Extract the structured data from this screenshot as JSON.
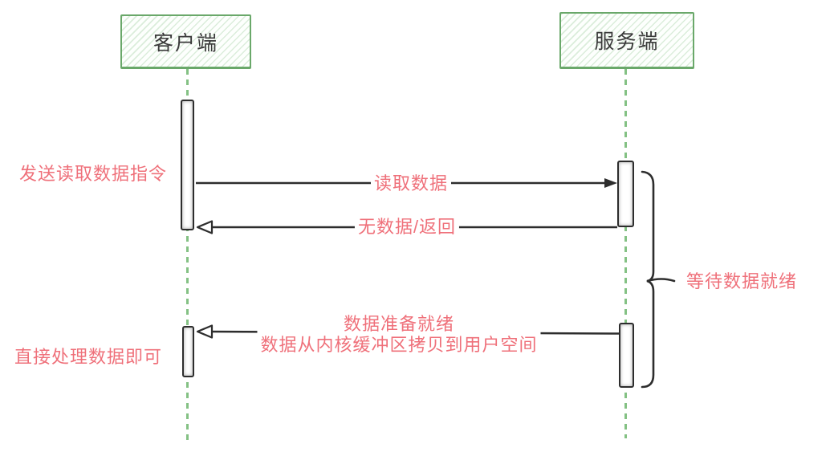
{
  "diagram_type": "sequence-diagram",
  "actors": [
    {
      "id": "client",
      "label": "客户端"
    },
    {
      "id": "server",
      "label": "服务端"
    }
  ],
  "messages": [
    {
      "id": "read-data",
      "from": "client",
      "to": "server",
      "label": "读取数据"
    },
    {
      "id": "no-data-return",
      "from": "server",
      "to": "client",
      "label": "无数据/返回"
    },
    {
      "id": "data-ready",
      "from": "server",
      "to": "client",
      "label_line1": "数据准备就绪",
      "label_line2": "数据从内核缓冲区拷贝到用户空间"
    }
  ],
  "annotations": [
    {
      "id": "send-read-cmd",
      "side": "left",
      "label": "发送读取数据指令"
    },
    {
      "id": "process-data",
      "side": "left",
      "label": "直接处理数据即可"
    },
    {
      "id": "wait-data-ready",
      "side": "right",
      "label": "等待数据就绪"
    }
  ],
  "colors": {
    "label_red": "#ef707a",
    "actor_border_green": "#6aa86a",
    "actor_hatch_green": "#d9ecd9",
    "lifeline_green": "#84c184",
    "line_dark": "#2d2d2d"
  }
}
